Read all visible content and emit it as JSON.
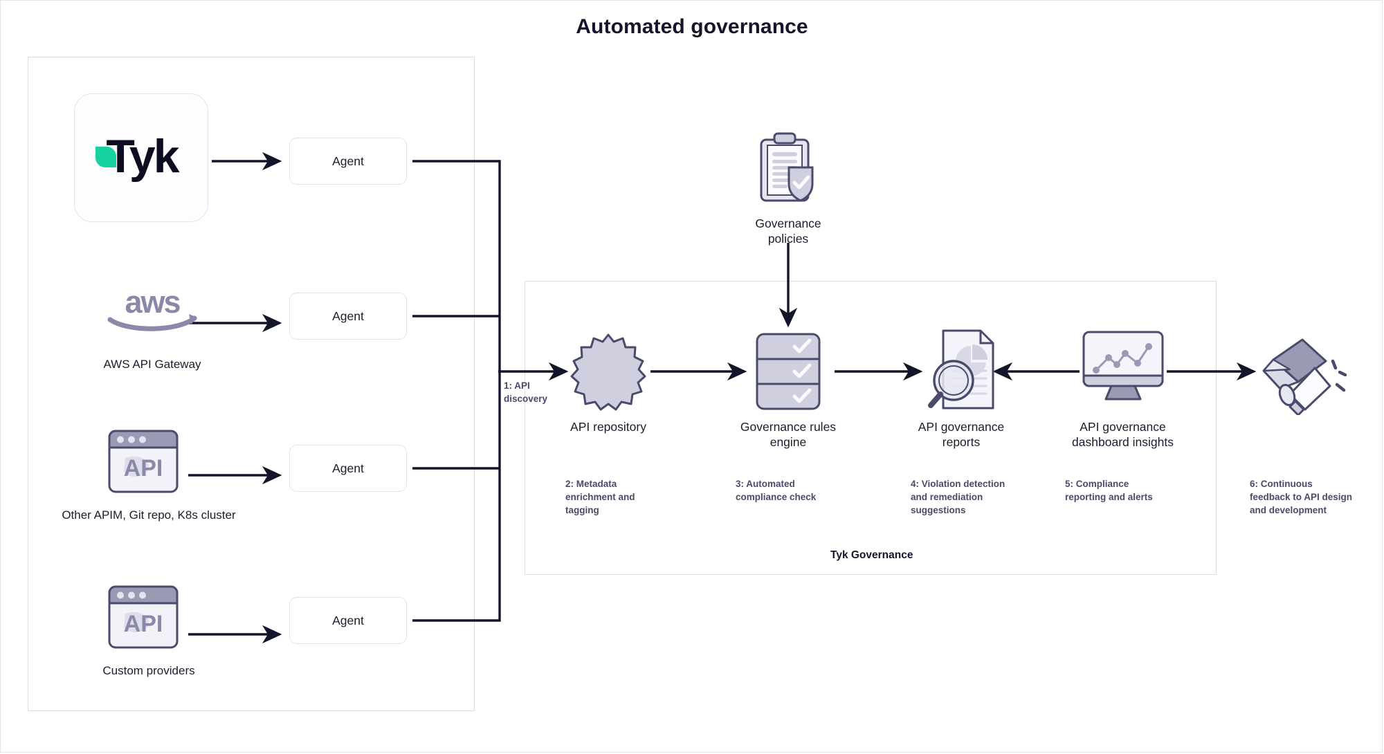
{
  "title": "Automated governance",
  "groups": {
    "sources_label": "",
    "governance_label": "Tyk Governance"
  },
  "sources": [
    {
      "id": "tyk",
      "icon": "tyk-logo-icon",
      "logo_text": "Tyk",
      "caption": ""
    },
    {
      "id": "aws",
      "icon": "aws-logo-icon",
      "logo_text": "aws",
      "caption": "AWS API Gateway"
    },
    {
      "id": "apim",
      "icon": "api-window-icon",
      "logo_text": "API",
      "caption": "Other APIM, Git repo, K8s cluster"
    },
    {
      "id": "custom",
      "icon": "api-window-icon",
      "logo_text": "API",
      "caption": "Custom providers"
    }
  ],
  "agents": [
    {
      "label": "Agent"
    },
    {
      "label": "Agent"
    },
    {
      "label": "Agent"
    },
    {
      "label": "Agent"
    }
  ],
  "policies": {
    "icon": "clipboard-shield-icon",
    "caption_line1": "Governance",
    "caption_line2": "policies"
  },
  "flow_label": {
    "line1": "1: API",
    "line2": "discovery"
  },
  "pipeline": [
    {
      "id": "api-repository",
      "icon": "gear-icon",
      "caption_line1": "API repository",
      "caption_line2": "",
      "step_line1": "2: Metadata",
      "step_line2": "enrichment and",
      "step_line3": "tagging"
    },
    {
      "id": "governance-rules-engine",
      "icon": "checklist-stack-icon",
      "caption_line1": "Governance rules",
      "caption_line2": "engine",
      "step_line1": "3: Automated",
      "step_line2": "compliance check",
      "step_line3": ""
    },
    {
      "id": "api-governance-reports",
      "icon": "report-magnifier-icon",
      "caption_line1": "API governance",
      "caption_line2": "reports",
      "step_line1": "4: Violation detection",
      "step_line2": "and remediation",
      "step_line3": "suggestions"
    },
    {
      "id": "api-governance-dashboard",
      "icon": "monitor-chart-icon",
      "caption_line1": "API governance",
      "caption_line2": "dashboard insights",
      "step_line1": "5: Compliance",
      "step_line2": "reporting and alerts",
      "step_line3": ""
    },
    {
      "id": "continuous-feedback",
      "icon": "envelope-megaphone-icon",
      "caption_line1": "",
      "caption_line2": "",
      "step_line1": "6: Continuous",
      "step_line2": "feedback to API design",
      "step_line3": "and development"
    }
  ],
  "colors": {
    "title": "#14142b",
    "arrow": "#14142b",
    "icon_fill": "#cfcfdf",
    "icon_fill_light": "#f4f4fa",
    "icon_stroke": "#4a4a6a",
    "box_border": "#dcdce9",
    "accent_teal": "#18d1a1",
    "step_text": "#4a4a6a"
  }
}
